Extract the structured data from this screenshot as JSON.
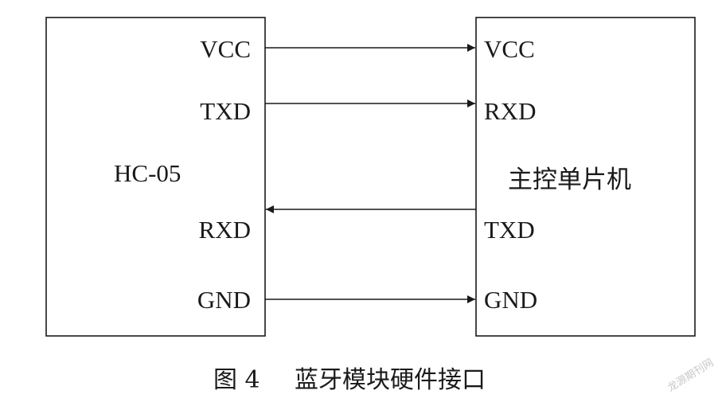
{
  "left_module": {
    "name": "HC-05",
    "pins": [
      "VCC",
      "TXD",
      "RXD",
      "GND"
    ]
  },
  "right_module": {
    "name": "主控单片机",
    "pins": [
      "VCC",
      "RXD",
      "TXD",
      "GND"
    ]
  },
  "connections": [
    {
      "from": "HC-05.VCC",
      "to": "主控单片机.VCC"
    },
    {
      "from": "HC-05.TXD",
      "to": "主控单片机.RXD"
    },
    {
      "from": "主控单片机.TXD",
      "to": "HC-05.RXD"
    },
    {
      "from": "HC-05.GND",
      "to": "主控单片机.GND"
    }
  ],
  "caption": {
    "number": "图 4",
    "title": "蓝牙模块硬件接口"
  },
  "watermark": "龙源期刊网",
  "colors": {
    "ink": "#1a1a1a",
    "watermark": "#c8c8c8"
  }
}
